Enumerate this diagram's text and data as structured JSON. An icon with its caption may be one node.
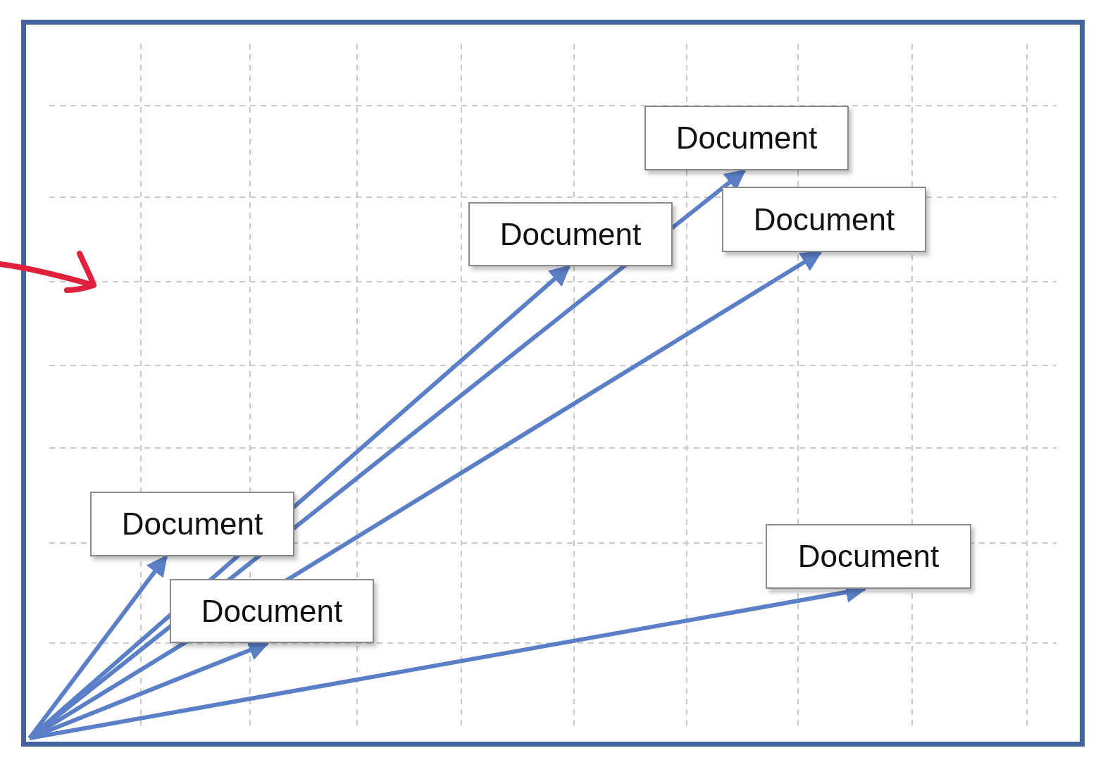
{
  "diagram": {
    "nodes": [
      {
        "text": [
          "Document"
        ]
      },
      {
        "text": [
          "Document"
        ]
      },
      {
        "text": [
          "Document"
        ]
      },
      {
        "text": [
          "Document"
        ]
      },
      {
        "text": [
          "Document"
        ]
      },
      {
        "text": [
          "Document"
        ]
      }
    ],
    "edges": [
      {
        "from": null,
        "to": 0,
        "arrow": "to"
      },
      {
        "from": null,
        "to": 1,
        "arrow": "to"
      },
      {
        "from": null,
        "to": 2,
        "arrow": "to"
      },
      {
        "from": null,
        "to": 3,
        "arrow": "to"
      },
      {
        "from": null,
        "to": 4,
        "arrow": "to"
      },
      {
        "from": null,
        "to": 5,
        "arrow": "to"
      }
    ]
  }
}
